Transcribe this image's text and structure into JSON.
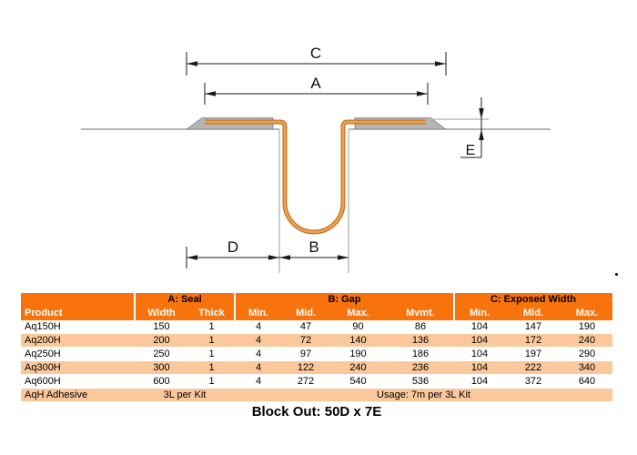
{
  "diagram": {
    "labels": {
      "c": "C",
      "a": "A",
      "b": "B",
      "d": "D",
      "e": "E"
    },
    "stray_mark": "."
  },
  "colors": {
    "header_orange": "#F8730B",
    "row_peach": "#FAC89B",
    "seal_orange": "#EDA14F",
    "seal_outline": "#BC6F1E",
    "metal_gray": "#B5B5B5",
    "line_gray": "#8A8A8A",
    "dimension_black": "#1A1A1A"
  },
  "table": {
    "group_headers": {
      "seal": "A: Seal",
      "gap": "B: Gap",
      "exposed": "C: Exposed Width"
    },
    "columns": [
      "Product",
      "Width",
      "Thick",
      "Min.",
      "Mid.",
      "Max.",
      "Mvmt.",
      "Min.",
      "Mid.",
      "Max."
    ],
    "rows": [
      {
        "product": "Aq150H",
        "values": [
          "150",
          "1",
          "4",
          "47",
          "90",
          "86",
          "104",
          "147",
          "190"
        ]
      },
      {
        "product": "Aq200H",
        "values": [
          "200",
          "1",
          "4",
          "72",
          "140",
          "136",
          "104",
          "172",
          "240"
        ]
      },
      {
        "product": "Aq250H",
        "values": [
          "250",
          "1",
          "4",
          "97",
          "190",
          "186",
          "104",
          "197",
          "290"
        ]
      },
      {
        "product": "Aq300H",
        "values": [
          "300",
          "1",
          "4",
          "122",
          "240",
          "236",
          "104",
          "222",
          "340"
        ]
      },
      {
        "product": "Aq600H",
        "values": [
          "600",
          "1",
          "4",
          "272",
          "540",
          "536",
          "104",
          "372",
          "640"
        ]
      }
    ],
    "adhesive": {
      "product": "AqH Adhesive",
      "seal_info": "3L per Kit",
      "usage": "Usage: 7m per 3L Kit"
    },
    "footer": "Block Out: 50D x 7E"
  }
}
